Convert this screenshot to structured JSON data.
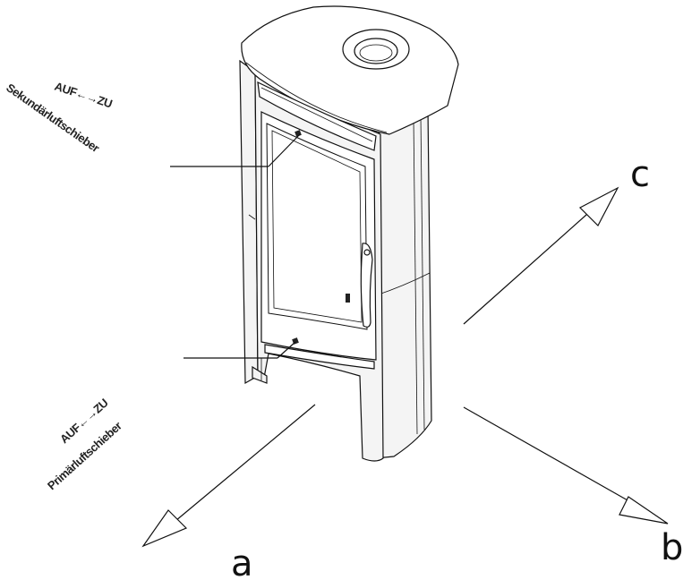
{
  "labels": {
    "secondary_top": "AUF←→ZU",
    "secondary_name": "Sekundärluftschieber",
    "primary_top": "AUF←→ZU",
    "primary_name": "Primärluftschieber"
  },
  "axes": {
    "a": "a",
    "b": "b",
    "c": "c"
  }
}
